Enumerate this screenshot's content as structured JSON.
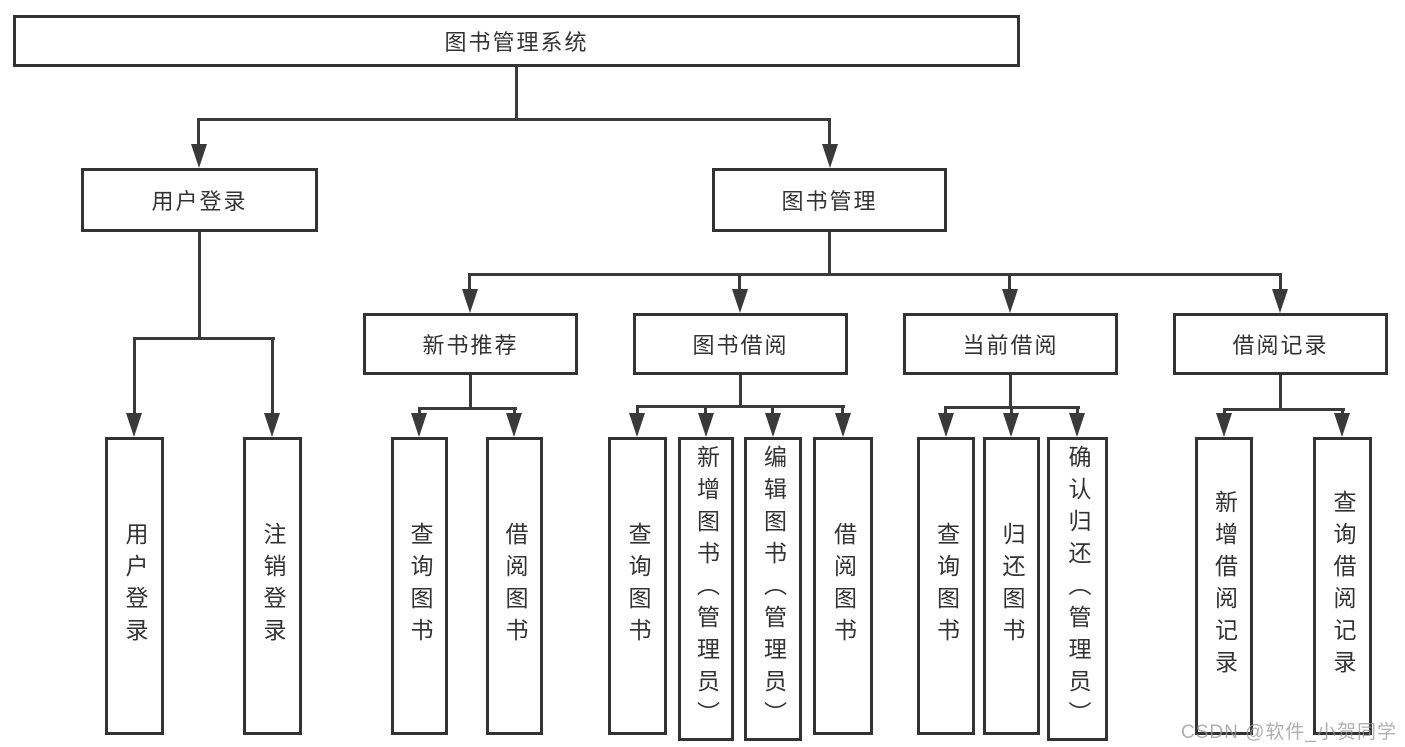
{
  "colors": {
    "line": "#3a3a3a",
    "box_border": "#333333",
    "box_fill": "#ffffff",
    "text": "#333333",
    "watermark": "#969696"
  },
  "watermark": {
    "text": "CSDN @软件_小贺同学"
  },
  "tree": {
    "root": {
      "label": "图书管理系统"
    },
    "children": [
      {
        "label": "用户登录",
        "children": [
          {
            "label": "用户登录"
          },
          {
            "label": "注销登录"
          }
        ]
      },
      {
        "label": "图书管理",
        "children": [
          {
            "label": "新书推荐",
            "children": [
              {
                "label": "查询图书"
              },
              {
                "label": "借阅图书"
              }
            ]
          },
          {
            "label": "图书借阅",
            "children": [
              {
                "label": "查询图书"
              },
              {
                "label": "新增图书（管理员）"
              },
              {
                "label": "编辑图书（管理员）"
              },
              {
                "label": "借阅图书"
              }
            ]
          },
          {
            "label": "当前借阅",
            "children": [
              {
                "label": "查询图书"
              },
              {
                "label": "归还图书"
              },
              {
                "label": "确认归还（管理员）"
              }
            ]
          },
          {
            "label": "借阅记录",
            "children": [
              {
                "label": "新增借阅记录"
              },
              {
                "label": "查询借阅记录"
              }
            ]
          }
        ]
      }
    ]
  }
}
